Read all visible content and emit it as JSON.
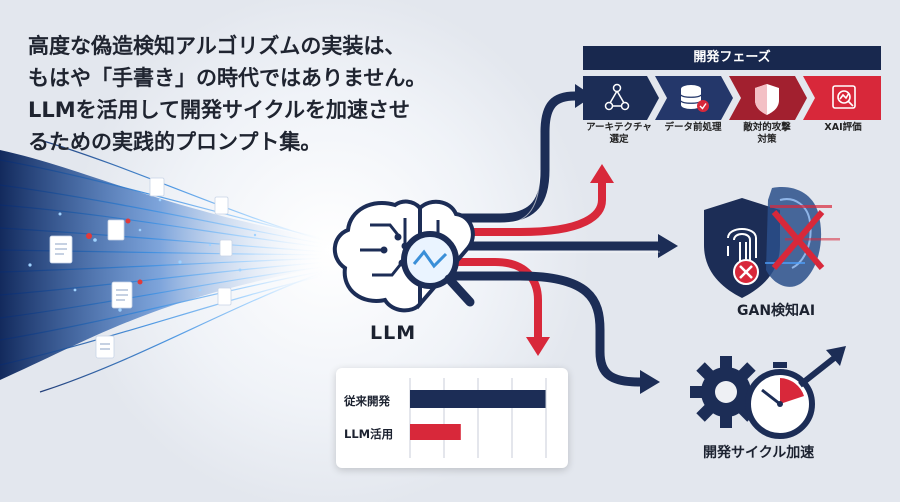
{
  "headline": {
    "lines": [
      "高度な偽造検知アルゴリズムの実装は、",
      "もはや「手書き」の時代ではありません。",
      "LLMを活用して開発サイクルを加速させ",
      "るための実践的プロンプト集。"
    ]
  },
  "phases": {
    "title": "開発フェーズ",
    "items": [
      {
        "label": "アーキテクチャ\n選定",
        "icon": "network-icon"
      },
      {
        "label": "データ前処理",
        "icon": "database-check-icon"
      },
      {
        "label": "敵対的攻撃\n対策",
        "icon": "shield-alert-icon"
      },
      {
        "label": "XAI評価",
        "icon": "magnifier-chart-icon"
      }
    ]
  },
  "center": {
    "label": "LLM",
    "icon": "brain-magnifier-icon"
  },
  "gan": {
    "label": "GAN検知AI"
  },
  "cycle": {
    "label": "開発サイクル加速"
  },
  "comparison": {
    "rows": [
      {
        "label": "従来開発",
        "value": 0.88
      },
      {
        "label": "LLM活用",
        "value": 0.33
      }
    ]
  },
  "colors": {
    "navy": "#1c2d56",
    "red": "#d8283a",
    "text": "#1f2430"
  }
}
